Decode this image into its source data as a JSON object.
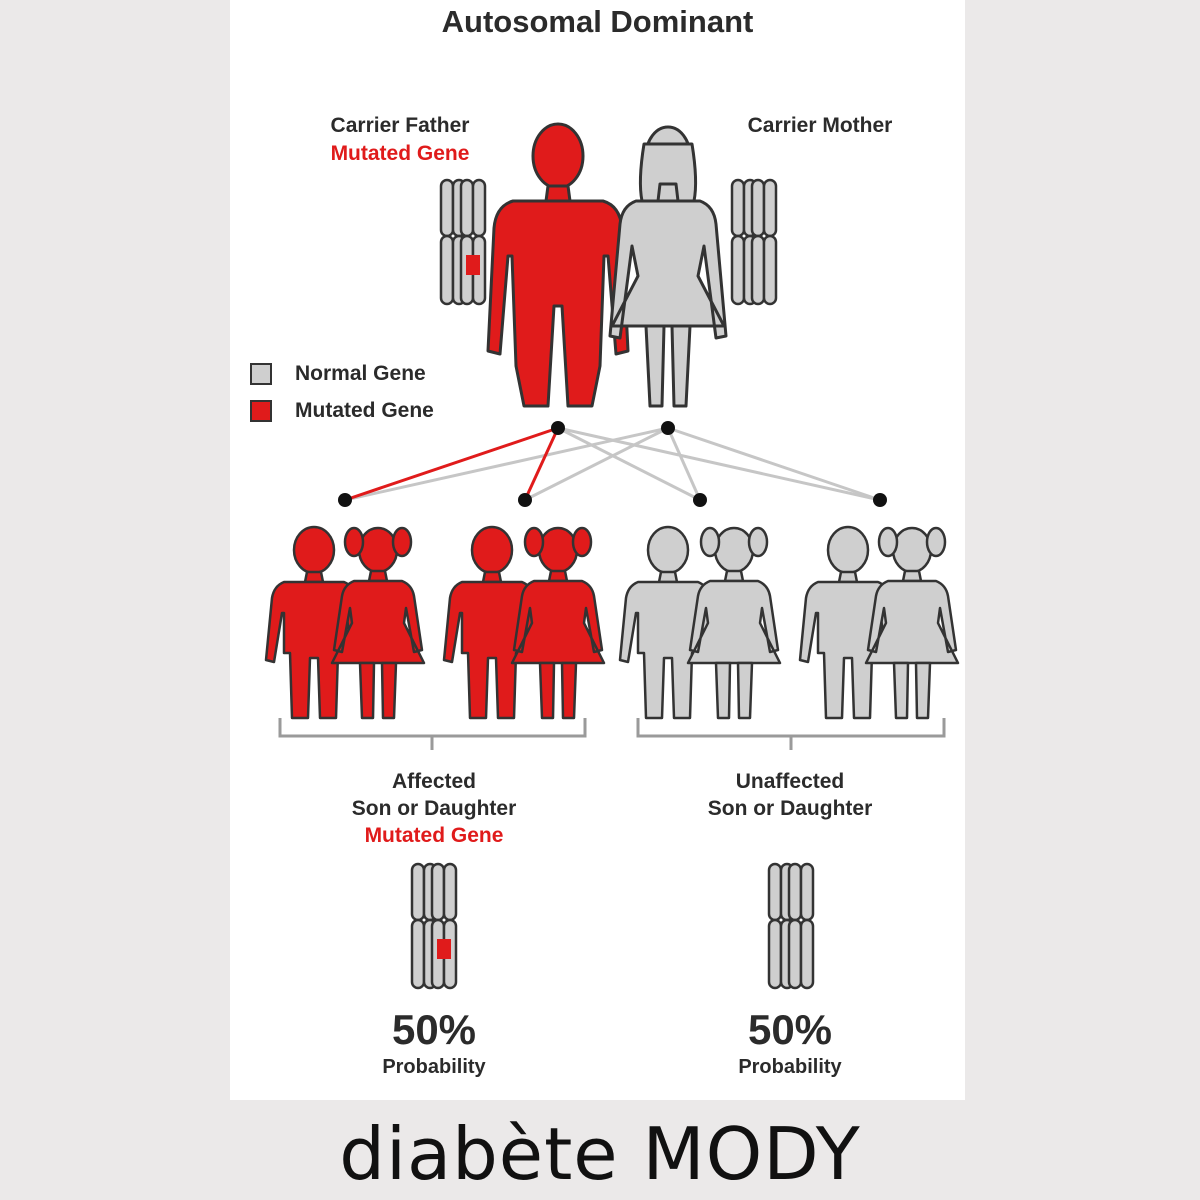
{
  "title": "Autosomal Dominant",
  "father": {
    "line1": "Carrier Father",
    "line2": "Mutated Gene"
  },
  "mother": {
    "line1": "Carrier Mother"
  },
  "legend": [
    {
      "label": "Normal Gene",
      "color": "#cfcfcf"
    },
    {
      "label": "Mutated Gene",
      "color": "#e01b1b"
    }
  ],
  "affected": {
    "line1": "Affected",
    "line2": "Son or Daughter",
    "line3": "Mutated Gene",
    "percent": "50%",
    "probability": "Probability"
  },
  "unaffected": {
    "line1": "Unaffected",
    "line2": "Son or Daughter",
    "percent": "50%",
    "probability": "Probability"
  },
  "caption": "diabète MODY",
  "colors": {
    "mutated": "#e01b1b",
    "normal": "#cfcfcf",
    "outline": "#333333"
  }
}
